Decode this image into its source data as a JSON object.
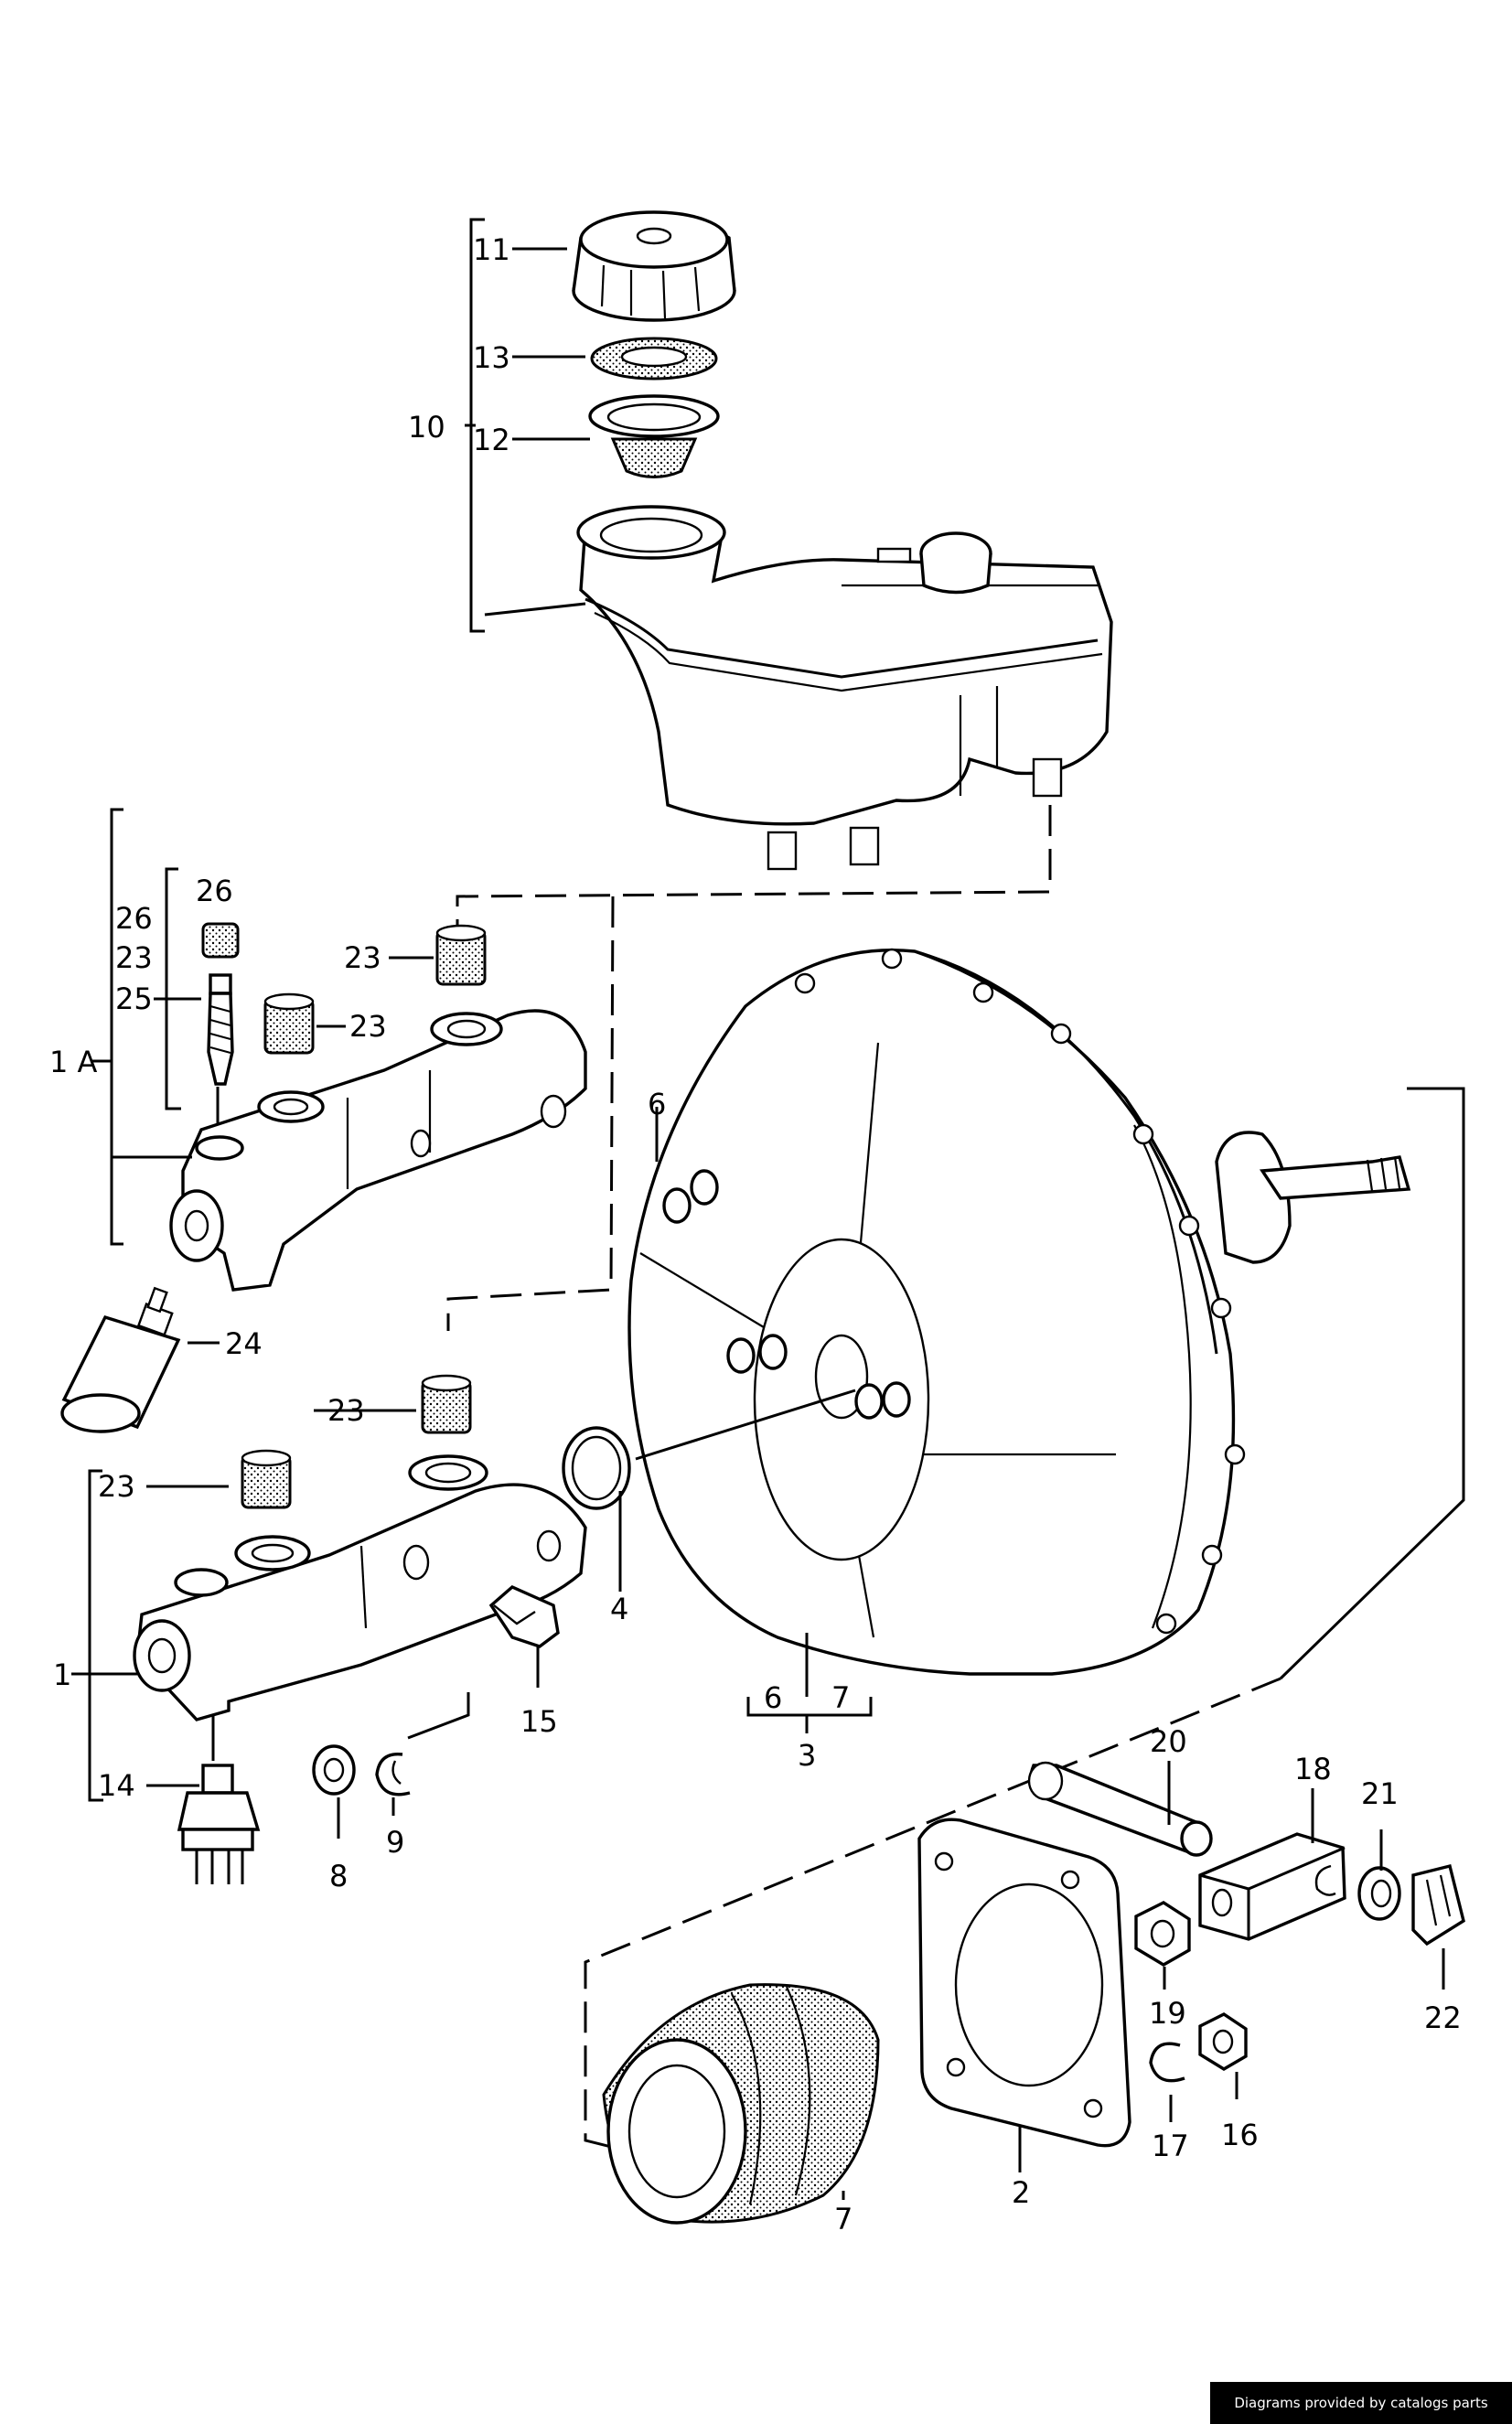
{
  "callouts": [
    {
      "id": "c11",
      "text": "11"
    },
    {
      "id": "c13",
      "text": "13"
    },
    {
      "id": "c10",
      "text": "10"
    },
    {
      "id": "c12",
      "text": "12"
    },
    {
      "id": "c26a",
      "text": "26"
    },
    {
      "id": "c26b",
      "text": "26"
    },
    {
      "id": "c23b",
      "text": "23"
    },
    {
      "id": "c25",
      "text": "25"
    },
    {
      "id": "c1A",
      "text": "1 A"
    },
    {
      "id": "c23a",
      "text": "23"
    },
    {
      "id": "c23c",
      "text": "23"
    },
    {
      "id": "c6a",
      "text": "6"
    },
    {
      "id": "c24",
      "text": "24"
    },
    {
      "id": "c23d",
      "text": "23"
    },
    {
      "id": "c23e",
      "text": "23"
    },
    {
      "id": "c4",
      "text": "4"
    },
    {
      "id": "c1",
      "text": "1"
    },
    {
      "id": "c15",
      "text": "15"
    },
    {
      "id": "c6b",
      "text": "6"
    },
    {
      "id": "c7a",
      "text": "7"
    },
    {
      "id": "c3",
      "text": "3"
    },
    {
      "id": "c20",
      "text": "20"
    },
    {
      "id": "c18",
      "text": "18"
    },
    {
      "id": "c14",
      "text": "14"
    },
    {
      "id": "c9",
      "text": "9"
    },
    {
      "id": "c21",
      "text": "21"
    },
    {
      "id": "c8",
      "text": "8"
    },
    {
      "id": "c19",
      "text": "19"
    },
    {
      "id": "c22",
      "text": "22"
    },
    {
      "id": "c17",
      "text": "17"
    },
    {
      "id": "c16",
      "text": "16"
    },
    {
      "id": "c2",
      "text": "2"
    },
    {
      "id": "c7b",
      "text": "7"
    }
  ],
  "credit": "Diagrams provided by catalogs parts"
}
